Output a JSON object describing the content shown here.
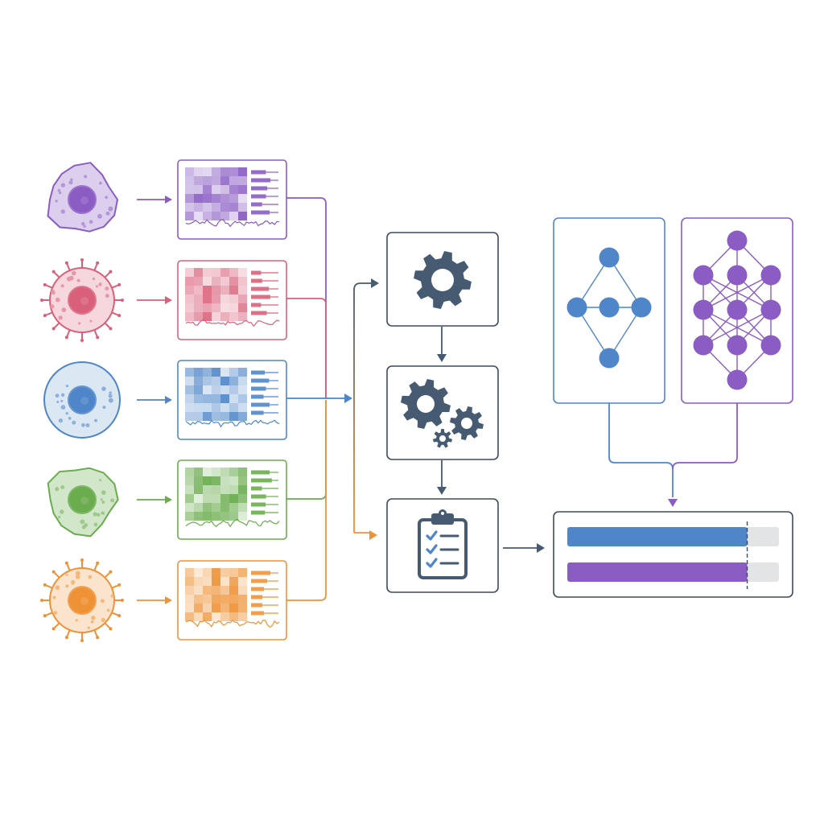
{
  "colors": {
    "purple": "#8a5cc4",
    "red": "#d9607a",
    "blue": "#4f86c9",
    "green": "#6aac4e",
    "orange": "#ef9236",
    "slate": "#465a72",
    "track": "#e3e4e6",
    "panel_border": "#3d4a5c"
  },
  "cell_types": [
    {
      "id": "purple",
      "style": "blob"
    },
    {
      "id": "red",
      "style": "spiky"
    },
    {
      "id": "blue",
      "style": "round"
    },
    {
      "id": "green",
      "style": "blob"
    },
    {
      "id": "orange",
      "style": "spiky"
    }
  ],
  "pipeline": {
    "steps": [
      {
        "id": "configure",
        "icon": "gear-icon"
      },
      {
        "id": "process",
        "icon": "gears-icon"
      },
      {
        "id": "evaluate",
        "icon": "clipboard-checklist-icon"
      }
    ]
  },
  "models": [
    {
      "id": "simple-network",
      "color": "blue",
      "icon": "small-network-icon"
    },
    {
      "id": "deep-network",
      "color": "purple",
      "icon": "deep-network-icon"
    }
  ],
  "results": {
    "bars": [
      {
        "id": "simple-network-score",
        "color": "blue",
        "fraction": 0.85
      },
      {
        "id": "deep-network-score",
        "color": "purple",
        "fraction": 0.85
      }
    ],
    "threshold_fraction": 0.85
  }
}
